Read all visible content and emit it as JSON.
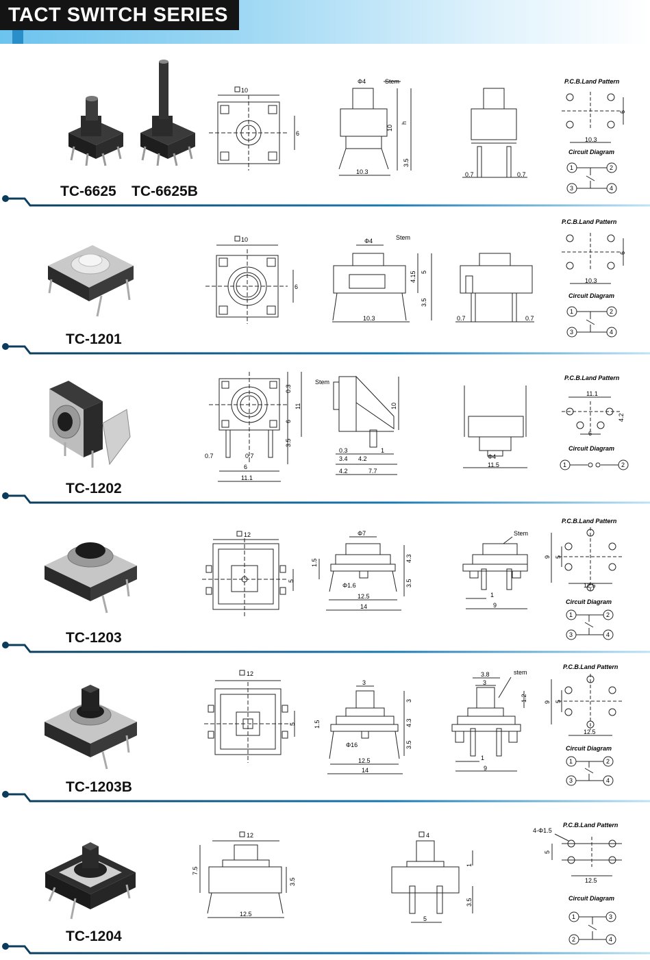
{
  "header": {
    "title": "TACT SWITCH SERIES"
  },
  "pcb_title": "P.C.B.Land Pattern",
  "circuit_title": "Circuit Diagram",
  "sections": [
    {
      "label_a": "TC-6625",
      "label_b": "TC-6625B",
      "top": {
        "sq": "10",
        "dim_v": "6"
      },
      "side": {
        "phi": "Φ4",
        "stem": "Stem",
        "h10": "10",
        "h": "h",
        "h35": "3.5",
        "w": "10.3"
      },
      "end": {
        "l": "0.7",
        "r": "0.7"
      },
      "pcb": {
        "w": "10.3",
        "h": "6"
      }
    },
    {
      "label": "TC-1201",
      "top": {
        "sq": "10",
        "dim_v": "6"
      },
      "side": {
        "phi": "Φ4",
        "stem": "Stem",
        "d1": "4.15",
        "d2": "5",
        "d3": "3.5",
        "w": "10.3"
      },
      "end": {
        "l": "0.7",
        "r": "0.7"
      },
      "pcb": {
        "w": "10.3",
        "h": "6"
      }
    },
    {
      "label": "TC-1202",
      "top": {
        "d03": "0.3",
        "d11": "11",
        "d6v": "6",
        "d35": "3.5",
        "d07a": "0.7",
        "d07b": "0.7",
        "d6h": "6",
        "d111": "11.1"
      },
      "side": {
        "stem": "Stem",
        "h10": "10",
        "d03": "0.3",
        "d34": "3.4",
        "d42": "4.2",
        "d1": "1",
        "d42b": "4.2",
        "d77": "7.7"
      },
      "end": {
        "phi": "Φ4",
        "w": "11.5"
      },
      "pcb": {
        "w": "11.1",
        "h": "4.2",
        "pitch": "6"
      }
    },
    {
      "label": "TC-1203",
      "top": {
        "sq": "12",
        "dim_v": "5"
      },
      "side": {
        "phi": "Φ7",
        "d15": "1.5",
        "d43": "4.3",
        "d35": "3.5",
        "phi16": "Φ1.6",
        "w125": "12.5",
        "w14": "14"
      },
      "end": {
        "stem": "Stem",
        "d1": "1",
        "w9": "9"
      },
      "pcb": {
        "w": "12.5",
        "h9": "9",
        "h5": "5"
      }
    },
    {
      "label": "TC-1203B",
      "top": {
        "sq": "12",
        "dim_v": "5"
      },
      "side": {
        "w3": "3",
        "d3": "3",
        "d15": "1.5",
        "d43": "4.3",
        "d35": "3.5",
        "phi16": "Φ16",
        "w125": "12.5",
        "w14": "14"
      },
      "end": {
        "d38": "3.8",
        "d3": "3",
        "stem": "stem",
        "d12": "1.2",
        "d1": "1",
        "w9": "9"
      },
      "pcb": {
        "w": "12.5",
        "h9": "9",
        "h5": "5"
      }
    },
    {
      "label": "TC-1204",
      "top": {
        "sq": "12",
        "d75": "7.5",
        "d35": "3.5",
        "w125": "12.5"
      },
      "side": {
        "sq": "4",
        "d1": "1",
        "d35": "3.5",
        "w5": "5"
      },
      "pcb": {
        "holes": "4-Φ1.5",
        "h5": "5",
        "w": "12.5"
      }
    }
  ],
  "pins": [
    "1",
    "2",
    "3",
    "4"
  ]
}
